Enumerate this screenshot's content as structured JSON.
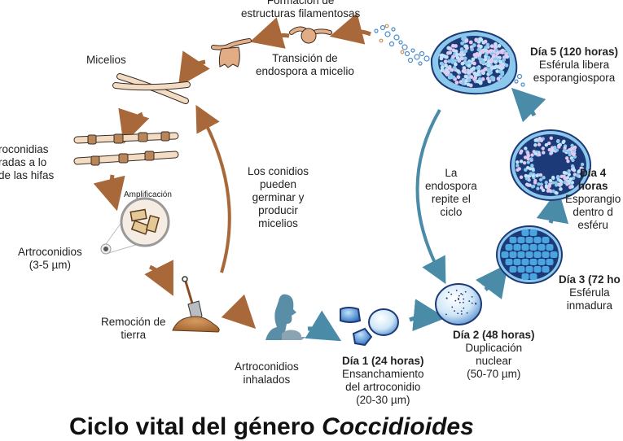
{
  "colors": {
    "brown_arrow": "#a9683a",
    "teal_arrow": "#4a8ca8",
    "hyphae_fill": "#f2dcc4",
    "segment_fill": "#b9865a",
    "cell_dark": "#1d3a78",
    "cell_mid": "#3a78c2",
    "cell_light": "#8cc8ec",
    "person_fill": "#5a8ea6"
  },
  "labels": {
    "filamentous": [
      "Formación de",
      "estructuras filamentosas"
    ],
    "transition": [
      "Transición de",
      "endospora a micelio"
    ],
    "mycelia": "Micelios",
    "arthroconidia_hyphae": [
      "roconidias",
      "radas a lo",
      "de las hifas"
    ],
    "amplification": "Amplificación",
    "arthroconidia_size": [
      "Artroconidios",
      "(3-5 µm)"
    ],
    "soil": [
      "Remoción de",
      "tierra"
    ],
    "germinate": [
      "Los conidios",
      "pueden",
      "germinar y",
      "producir",
      "micelios"
    ],
    "inhaled": [
      "Artroconidios",
      "inhalados"
    ],
    "endospore_repeat": [
      "La",
      "endospora",
      "repite el",
      "ciclo"
    ],
    "day1": {
      "title": "Día 1 (24 horas)",
      "lines": [
        "Ensanchamiento",
        "del artroconidio",
        "(20-30 µm)"
      ]
    },
    "day2": {
      "title": "Día 2 (48 horas)",
      "lines": [
        "Duplicación",
        "nuclear",
        "(50-70 µm)"
      ]
    },
    "day3": {
      "title": "Día 3 (72 ho",
      "lines": [
        "Esférula",
        "inmadura"
      ]
    },
    "day4": {
      "title_lines": [
        "Día 4",
        "horas"
      ],
      "lines": [
        "Esporangio",
        "dentro d",
        "esféru"
      ]
    },
    "day5": {
      "title": "Día 5 (120 horas)",
      "lines": [
        "Esférula libera",
        "esporangiospora"
      ]
    }
  },
  "title": {
    "prefix": "Ciclo vital del género ",
    "italic": "Coccidioides"
  }
}
